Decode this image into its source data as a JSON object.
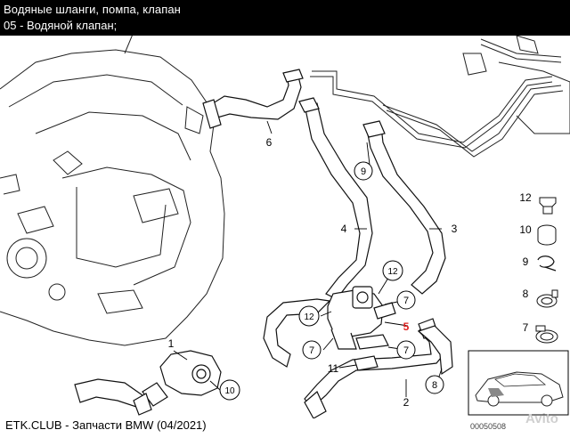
{
  "header": {
    "title": "Водяные шланги, помпа, клапан",
    "subtitle": "05 - Водяной клапан;"
  },
  "callouts": {
    "c1": "1",
    "c2": "2",
    "c3": "3",
    "c4": "4",
    "c5": "5",
    "c6": "6",
    "c7a": "7",
    "c7b": "7",
    "c7c": "7",
    "c8": "8",
    "c9": "9",
    "c10": "10",
    "c11": "11",
    "c12a": "12",
    "c12b": "12"
  },
  "legend": {
    "l12": "12",
    "l10": "10",
    "l9": "9",
    "l8": "8",
    "l7": "7"
  },
  "footer": {
    "source": "ETK.CLUB - Запчасти BMW (04/2021)",
    "code": "00050508"
  },
  "watermark": "Avito",
  "colors": {
    "highlight": "#e0201e",
    "line": "#000000",
    "background": "#ffffff"
  }
}
